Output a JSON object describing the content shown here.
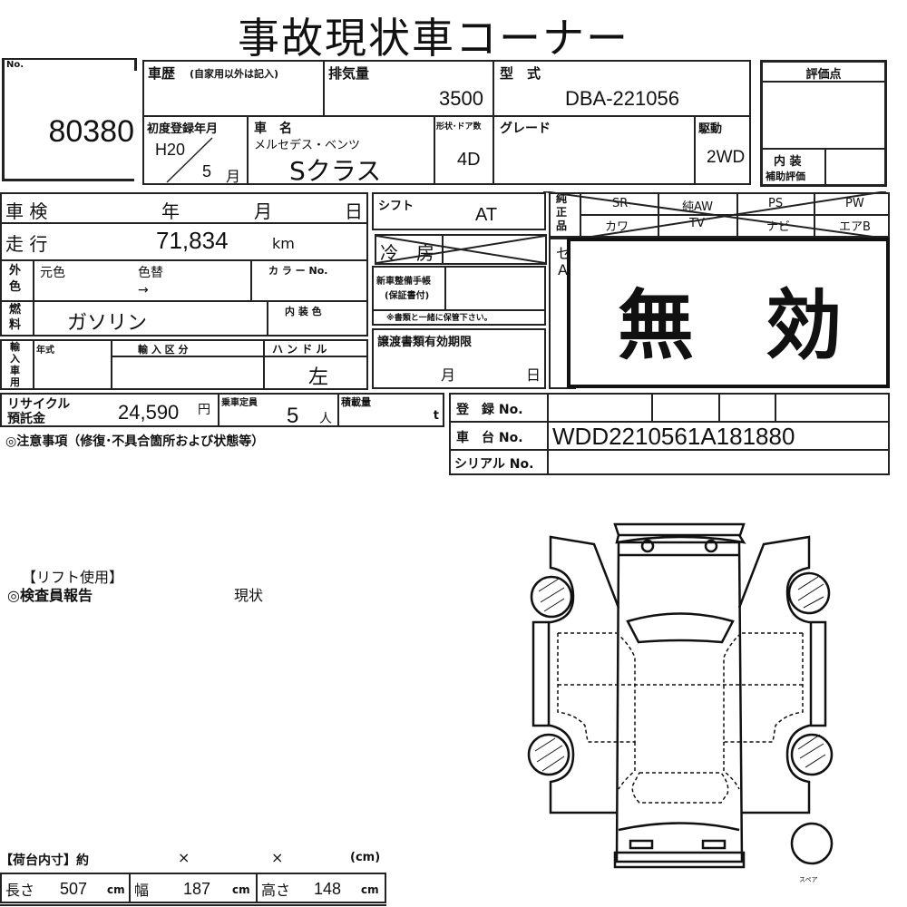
{
  "title": "事故現状車コーナー",
  "no": {
    "label": "No.",
    "value": "80380"
  },
  "history": {
    "label": "車歴",
    "note": "(自家用以外は記入)"
  },
  "displacement": {
    "label": "排気量",
    "value": "3500"
  },
  "model_code": {
    "label": "型　式",
    "value": "DBA-221056"
  },
  "first_reg": {
    "label": "初度登録年月",
    "year": "H20",
    "month": "5",
    "month_unit": "月"
  },
  "car_name": {
    "label": "車　名",
    "maker": "メルセデス・ベンツ",
    "name": "Sクラス"
  },
  "body": {
    "label": "形状･ドア数",
    "value": "4D"
  },
  "grade": {
    "label": "グレード"
  },
  "drive": {
    "label": "駆動",
    "value": "2WD"
  },
  "score": {
    "label": "評価点",
    "interior_label_1": "内 装",
    "interior_label_2": "補助評価"
  },
  "shaken": {
    "label": "車 検",
    "year": "年",
    "month": "月",
    "day": "日"
  },
  "mileage": {
    "label": "走 行",
    "value": "71,834",
    "unit": "km"
  },
  "exterior": {
    "label": "外色",
    "orig": "元色",
    "changed": "色替",
    "arrow": "→",
    "color_no": "カ ラ ー No."
  },
  "fuel": {
    "label": "燃料",
    "value": "ガソリン",
    "interior_color": "内 装 色"
  },
  "import": {
    "label": "輸入車用",
    "year": "年式",
    "category": "輸 入 区 分",
    "handle": "ハ ン ド ル",
    "handle_value": "左"
  },
  "recycle": {
    "label_1": "リサイクル",
    "label_2": "預託金",
    "value": "24,590",
    "unit": "円"
  },
  "capacity": {
    "label": "乗車定員",
    "value": "5",
    "unit": "人"
  },
  "load": {
    "label": "積載量",
    "unit": "t"
  },
  "caution": "◎注意事項（修復･不具合箇所および状態等）",
  "shift": {
    "label": "シフト",
    "value": "AT"
  },
  "ac": {
    "label": "冷　房"
  },
  "manual": {
    "label_1": "新車整備手帳",
    "label_2": "(保証書付)",
    "note": "※書類と一緒に保管下さい。"
  },
  "transfer": {
    "label": "譲渡書類有効期限",
    "month": "月",
    "day": "日"
  },
  "options": {
    "label": "純正品",
    "row1": [
      "SR",
      "純AW",
      "PS",
      "PW"
    ],
    "row2": [
      "カワ",
      "TV",
      "ナビ",
      "エアB"
    ]
  },
  "hidden_partial": [
    "セ",
    "A"
  ],
  "void_stamp": [
    "無",
    "効"
  ],
  "registration": {
    "reg_label": "登　録 No.",
    "chassis_label": "車　台 No.",
    "chassis_value": "WDD2210561A181880",
    "serial_label": "シリアル No."
  },
  "report": {
    "lift": "【リフト使用】",
    "label": "◎検査員報告",
    "value": "現状"
  },
  "spare_label": "スペア",
  "cargo": {
    "label": "【荷台内寸】約",
    "x1": "×",
    "x2": "×",
    "unit": "(cm)"
  },
  "dims": [
    {
      "label": "長さ",
      "value": "507",
      "unit": "cm"
    },
    {
      "label": "幅",
      "value": "187",
      "unit": "cm"
    },
    {
      "label": "高さ",
      "value": "148",
      "unit": "cm"
    }
  ]
}
